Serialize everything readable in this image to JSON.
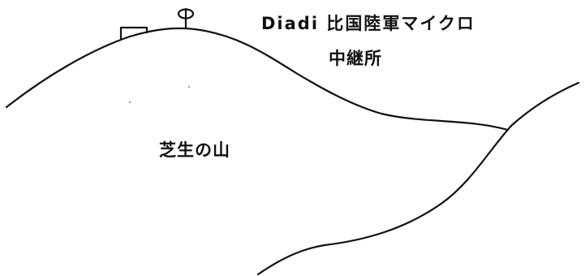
{
  "labels": {
    "station_name": "Diadi 比国陸軍マイクロ",
    "station_suffix": "中継所",
    "hill": "芝生の山"
  },
  "colors": {
    "ink": "#111111",
    "paper": "#ffffff"
  },
  "icons": [
    "building-icon",
    "antenna-icon"
  ]
}
